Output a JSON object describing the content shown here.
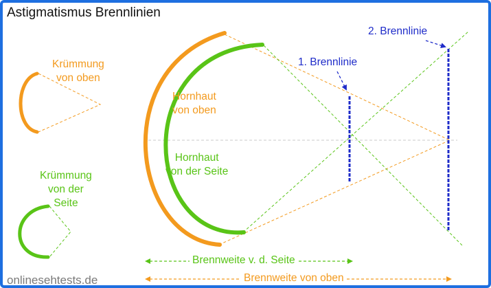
{
  "title": "Astigmatismus Brennlinien",
  "labels": {
    "curvature_top": [
      "Krümmung",
      "von oben"
    ],
    "curvature_side": [
      "Krümmung",
      "von der",
      "Seite"
    ],
    "cornea_top": [
      "Hornhaut",
      "von oben"
    ],
    "cornea_side": [
      "Hornhaut",
      "von der Seite"
    ],
    "focal_line_1": "1. Brennlinie",
    "focal_line_2": "2. Brennlinie",
    "focal_length_side": "Brennweite v. d. Seite",
    "focal_length_top": "Brennweite von oben"
  },
  "watermark": "onlinesehtests.de",
  "colors": {
    "border": "#1e6fe0",
    "top_meridian": "#f39a1e",
    "side_meridian": "#59c417",
    "focal_lines": "#1f2cc9",
    "axis": "#c8c8c8"
  },
  "icons": [
    "arrow-icon"
  ]
}
